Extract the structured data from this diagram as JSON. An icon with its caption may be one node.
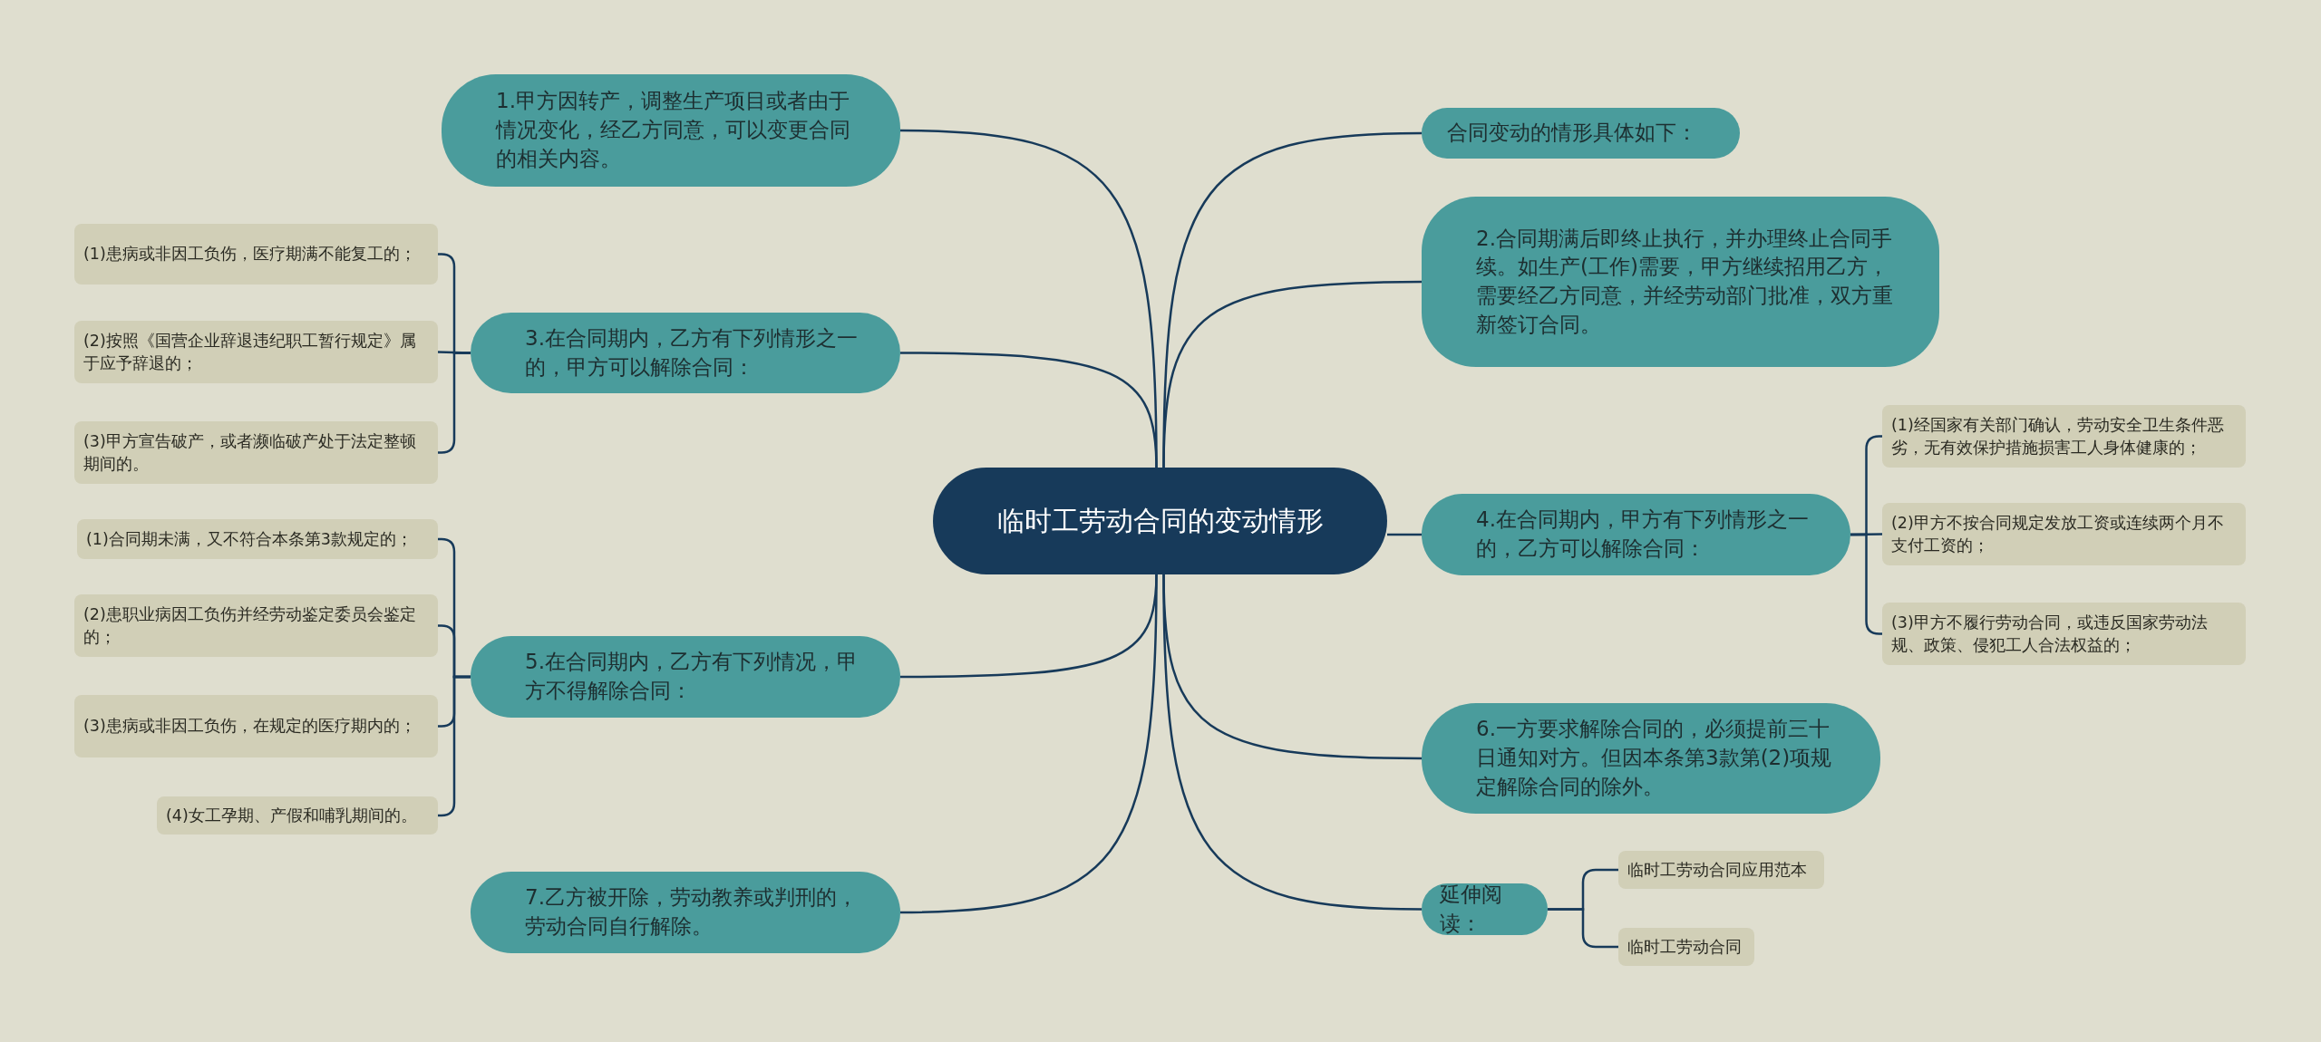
{
  "diagram": {
    "nodes": [
      {
        "text": [
          "临时工劳动合同的变动情形"
        ]
      },
      {
        "text": [
          "1.甲方因转产，调整生产项目或者由于情况变化，经乙方同意，可以变更合同的相关内容。"
        ]
      },
      {
        "text": [
          "3.在合同期内，乙方有下列情形之一的，甲方可以解除合同："
        ]
      },
      {
        "text": [
          "(1)患病或非因工负伤，医疗期满不能复工的；"
        ]
      },
      {
        "text": [
          "(2)按照《国营企业辞退违纪职工暂行规定》属于应予辞退的；"
        ]
      },
      {
        "text": [
          "(3)甲方宣告破产，或者濒临破产处于法定整顿期间的。"
        ]
      },
      {
        "text": [
          "5.在合同期内，乙方有下列情况，甲方不得解除合同："
        ]
      },
      {
        "text": [
          "(1)合同期未满，又不符合本条第3款规定的；"
        ]
      },
      {
        "text": [
          "(2)患职业病因工负伤并经劳动鉴定委员会鉴定的；"
        ]
      },
      {
        "text": [
          "(3)患病或非因工负伤，在规定的医疗期内的；"
        ]
      },
      {
        "text": [
          "(4)女工孕期、产假和哺乳期间的。"
        ]
      },
      {
        "text": [
          "7.乙方被开除，劳动教养或判刑的，劳动合同自行解除。"
        ]
      },
      {
        "text": [
          "合同变动的情形具体如下："
        ]
      },
      {
        "text": [
          "2.合同期满后即终止执行，并办理终止合同手续。如生产(工作)需要，甲方继续招用乙方，需要经乙方同意，并经劳动部门批准，双方重新签订合同。"
        ]
      },
      {
        "text": [
          "4.在合同期内，甲方有下列情形之一的，乙方可以解除合同："
        ]
      },
      {
        "text": [
          "(1)经国家有关部门确认，劳动安全卫生条件恶劣，无有效保护措施损害工人身体健康的；"
        ]
      },
      {
        "text": [
          "(2)甲方不按合同规定发放工资或连续两个月不支付工资的；"
        ]
      },
      {
        "text": [
          "(3)甲方不履行劳动合同，或违反国家劳动法规、政策、侵犯工人合法权益的；"
        ]
      },
      {
        "text": [
          "6.一方要求解除合同的，必须提前三十日通知对方。但因本条第3款第(2)项规定解除合同的除外。"
        ]
      },
      {
        "text": [
          "延伸阅读："
        ]
      },
      {
        "text": [
          "临时工劳动合同应用范本"
        ]
      },
      {
        "text": [
          "临时工劳动合同"
        ]
      }
    ],
    "edges": [
      {
        "from": 0,
        "to": 1,
        "arrow": "none"
      },
      {
        "from": 0,
        "to": 2,
        "arrow": "none"
      },
      {
        "from": 2,
        "to": 3,
        "arrow": "none"
      },
      {
        "from": 2,
        "to": 4,
        "arrow": "none"
      },
      {
        "from": 2,
        "to": 5,
        "arrow": "none"
      },
      {
        "from": 0,
        "to": 6,
        "arrow": "none"
      },
      {
        "from": 6,
        "to": 7,
        "arrow": "none"
      },
      {
        "from": 6,
        "to": 8,
        "arrow": "none"
      },
      {
        "from": 6,
        "to": 9,
        "arrow": "none"
      },
      {
        "from": 6,
        "to": 10,
        "arrow": "none"
      },
      {
        "from": 0,
        "to": 11,
        "arrow": "none"
      },
      {
        "from": 0,
        "to": 12,
        "arrow": "none"
      },
      {
        "from": 0,
        "to": 13,
        "arrow": "none"
      },
      {
        "from": 0,
        "to": 14,
        "arrow": "none"
      },
      {
        "from": 14,
        "to": 15,
        "arrow": "none"
      },
      {
        "from": 14,
        "to": 16,
        "arrow": "none"
      },
      {
        "from": 14,
        "to": 17,
        "arrow": "none"
      },
      {
        "from": 0,
        "to": 18,
        "arrow": "none"
      },
      {
        "from": 0,
        "to": 19,
        "arrow": "none"
      },
      {
        "from": 19,
        "to": 20,
        "arrow": "none"
      },
      {
        "from": 19,
        "to": 21,
        "arrow": "none"
      }
    ]
  }
}
